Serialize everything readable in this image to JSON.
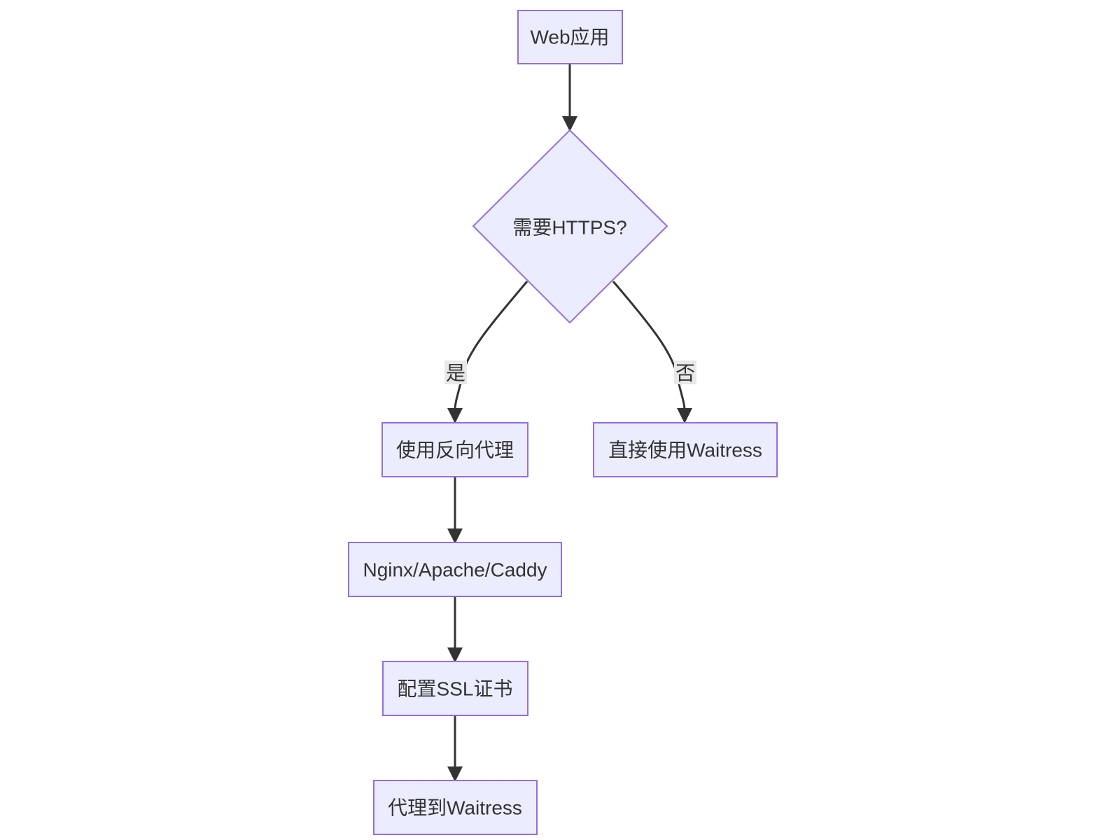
{
  "nodes": {
    "web_app": "Web应用",
    "decision": "需要HTTPS?",
    "reverse_proxy": "使用反向代理",
    "direct_waitress": "直接使用Waitress",
    "proxy_servers": "Nginx/Apache/Caddy",
    "ssl_cert": "配置SSL证书",
    "proxy_to_waitress": "代理到Waitress"
  },
  "edges": {
    "yes_label": "是",
    "no_label": "否"
  },
  "colors": {
    "node_fill": "#ececff",
    "node_stroke": "#9370db",
    "edge": "#333333",
    "edge_label_bg": "#e8e8e8",
    "text": "#333333"
  }
}
